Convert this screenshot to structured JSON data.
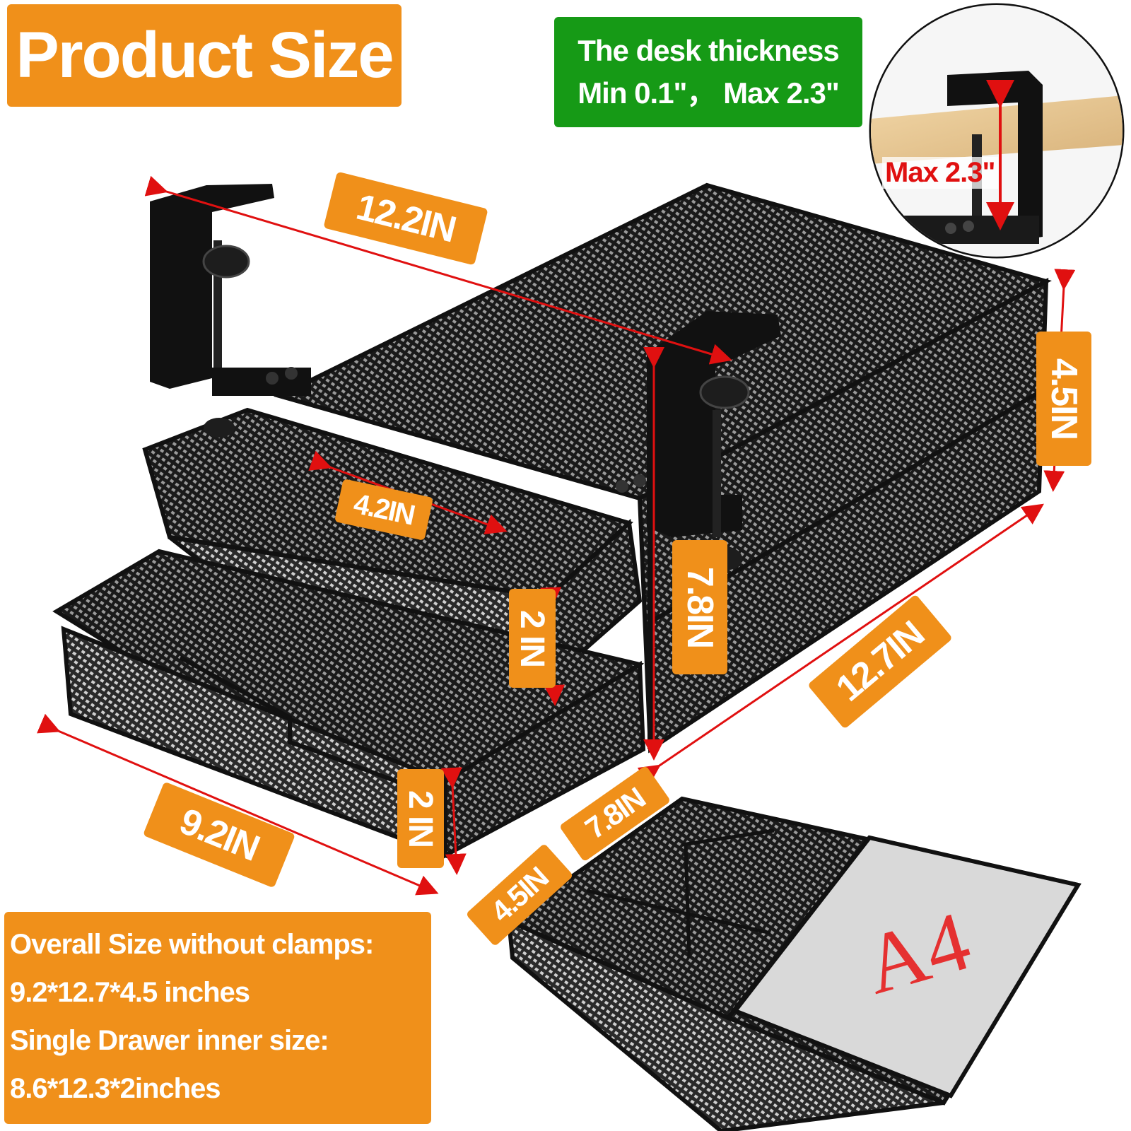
{
  "title": "Product Size",
  "desk_thickness": {
    "line1": "The desk thickness",
    "line2": "Min 0.1\"，  Max 2.3\""
  },
  "inset_label": "Max 2.3\"",
  "dimensions": {
    "top_length": "12.2IN",
    "height": "4.5IN",
    "inner_width": "4.2IN",
    "overall_height_with_clamp": "7.8IN",
    "upper_drawer_height": "2 IN",
    "depth": "12.7IN",
    "width": "9.2IN",
    "lower_drawer_height": "2 IN",
    "tray_length": "7.8IN",
    "tray_width": "4.5IN"
  },
  "info": {
    "line1": "Overall Size without clamps:",
    "line2": "9.2*12.7*4.5 inches",
    "line3": "Single Drawer inner size:",
    "line4": "8.6*12.3*2inches"
  },
  "tray_label": "A4",
  "colors": {
    "accent_orange": "#f0901a",
    "accent_green": "#169a16",
    "arrow_red": "#e01010",
    "metal": "#141414"
  }
}
